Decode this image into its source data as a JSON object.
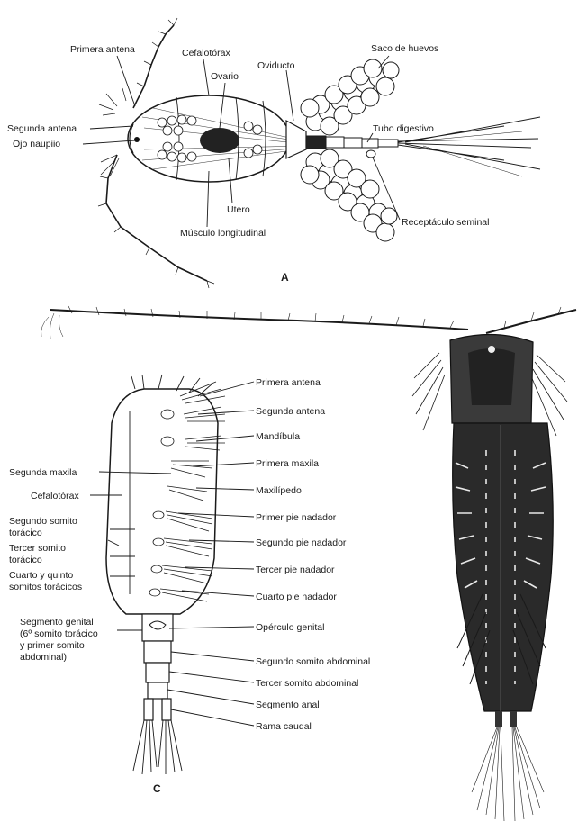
{
  "panel_a": {
    "letter": "A",
    "labels": {
      "primera_antena": "Primera antena",
      "cefalotorax": "Cefalotórax",
      "ovario": "Ovario",
      "oviducto": "Oviducto",
      "saco_huevos": "Saco de huevos",
      "segunda_antena": "Segunda antena",
      "ojo_nauplio": "Ojo naupiio",
      "tubo_digestivo": "Tubo digestivo",
      "utero": "Utero",
      "musculo_longitudinal": "Músculo longitudinal",
      "receptaculo_seminal": "Receptáculo seminal"
    }
  },
  "panel_c": {
    "letter": "C",
    "labels": {
      "primera_antena": "Primera antena",
      "segunda_antena": "Segunda antena",
      "mandibula": "Mandíbula",
      "segunda_maxila": "Segunda maxila",
      "primera_maxila": "Primera maxila",
      "cefalotorax": "Cefalotórax",
      "maxilipedo": "Maxilípedo",
      "segundo_somito_1": "Segundo somito",
      "segundo_somito_2": "torácico",
      "primer_pie": "Primer pie nadador",
      "segundo_pie": "Segundo pie nadador",
      "tercer_somito_1": "Tercer somito",
      "tercer_somito_2": "torácico",
      "tercer_pie": "Tercer pie nadador",
      "cuarto_quinto_1": "Cuarto y quinto",
      "cuarto_quinto_2": "somitos torácicos",
      "cuarto_pie": "Cuarto pie nadador",
      "segmento_genital_1": "Segmento genital",
      "segmento_genital_2": "(6º somito torácico",
      "segmento_genital_3": "y primer somito",
      "segmento_genital_4": "abdominal)",
      "operculo_genital": "Opérculo genital",
      "segundo_somito_abd": "Segundo somito abdominal",
      "tercer_somito_abd": "Tercer somito abdominal",
      "segmento_anal": "Segmento anal",
      "rama_caudal": "Rama caudal"
    }
  },
  "colors": {
    "ink": "#1a1a1a",
    "shell_dark": "#2a2a2a",
    "background": "#ffffff"
  }
}
